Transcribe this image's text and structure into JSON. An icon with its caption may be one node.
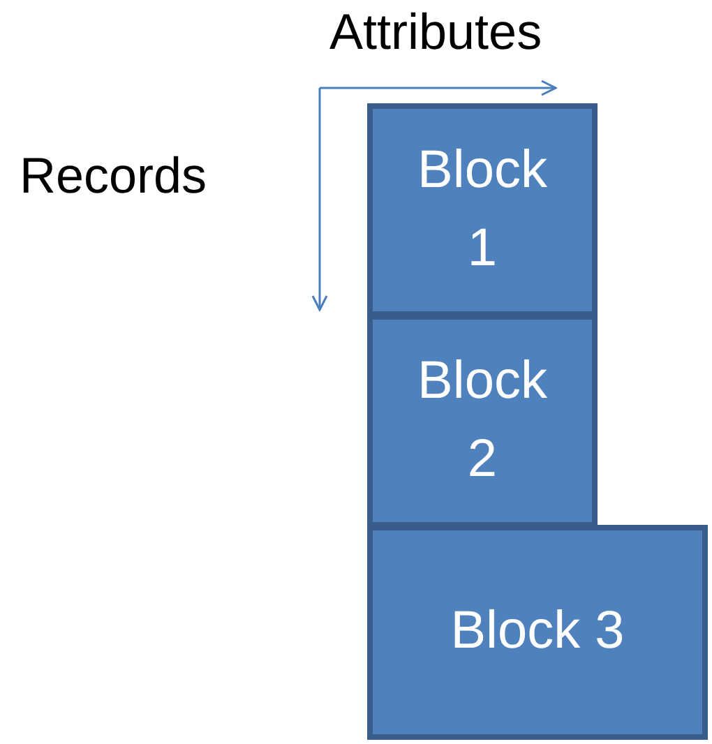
{
  "diagram": {
    "nodes": [
      {
        "text": [
          "Block 1"
        ]
      },
      {
        "text": [
          "Block 2"
        ]
      },
      {
        "text": [
          "Block 3"
        ]
      }
    ],
    "labels": [
      "Attributes",
      "Records"
    ]
  }
}
